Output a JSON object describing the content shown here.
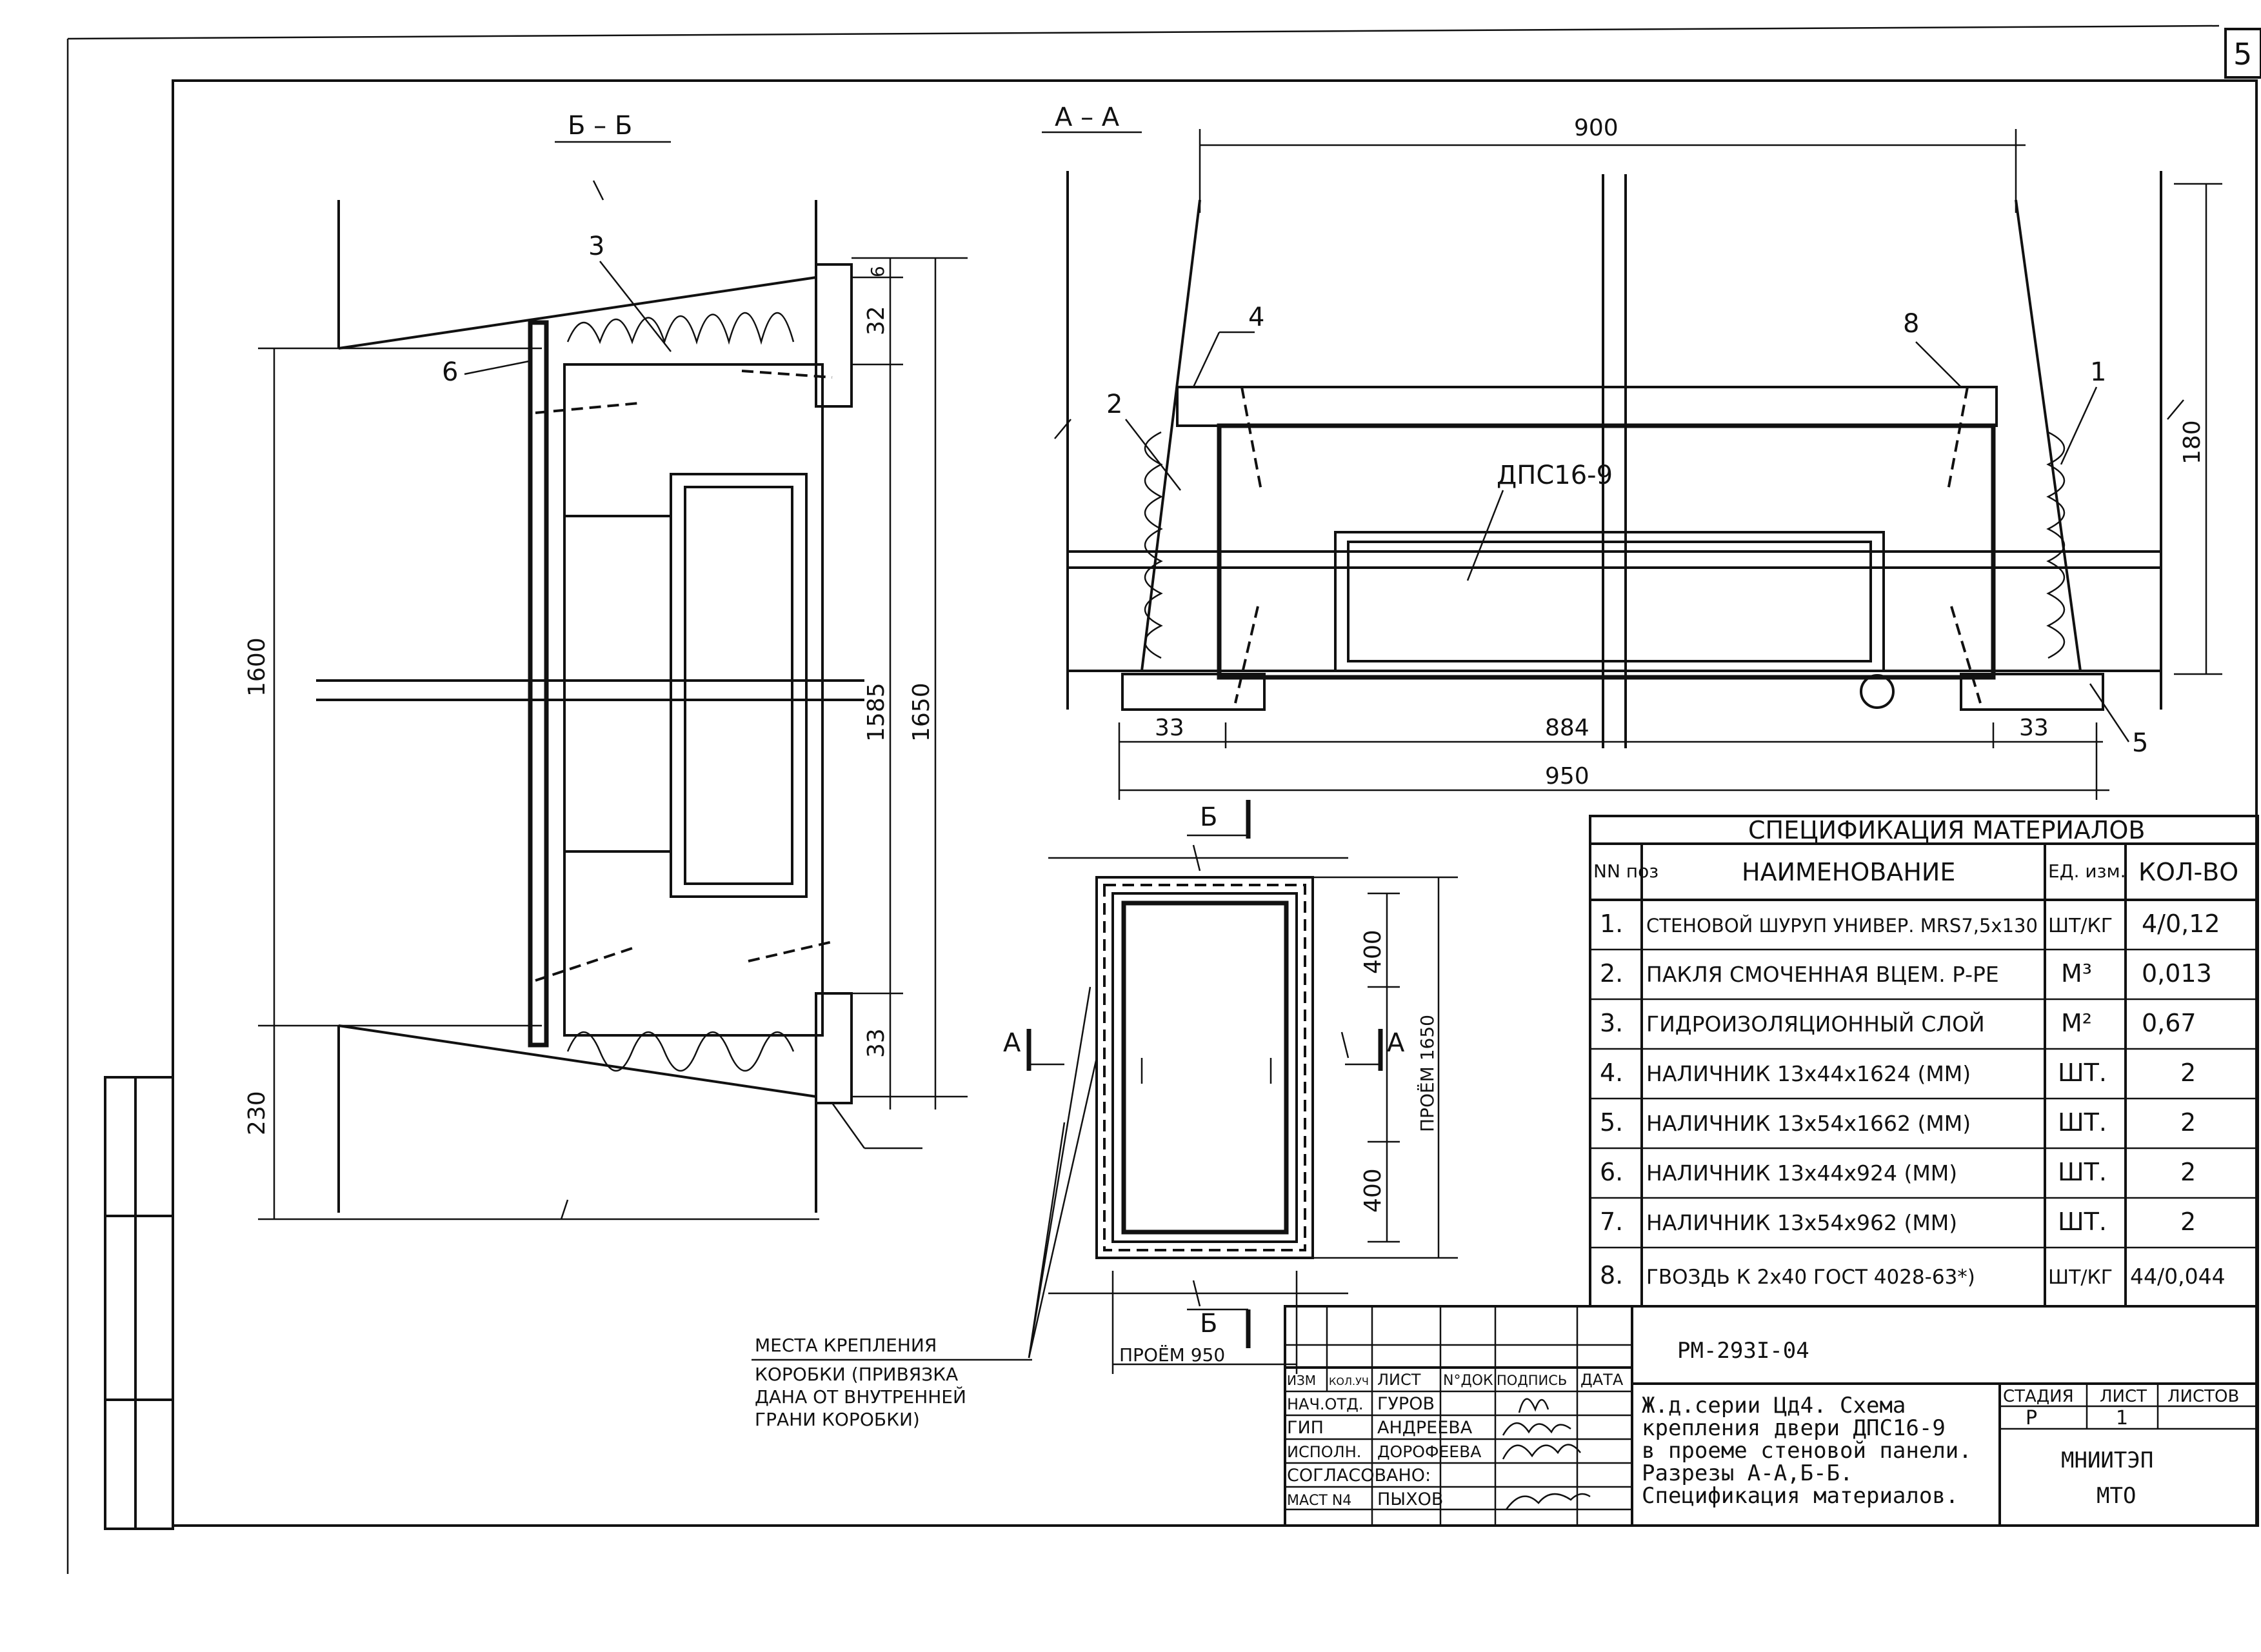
{
  "sheet_number": "5",
  "section_bb": {
    "title": "Б – Б",
    "dims": {
      "h1600": "1600",
      "h230": "230",
      "h1585": "1585",
      "h1650": "1650",
      "d6": "6",
      "d32": "32",
      "d33": "33"
    },
    "callouts": [
      "3",
      "6"
    ]
  },
  "section_aa": {
    "title": "А – А",
    "dims": {
      "w900": "900",
      "w884": "884",
      "w950": "950",
      "d33l": "33",
      "d33r": "33",
      "h180": "180"
    },
    "door_label": "ДПС16-9",
    "callouts": [
      "4",
      "2",
      "8",
      "1",
      "5"
    ]
  },
  "elevation": {
    "section_b": "Б",
    "section_a": "А",
    "dims": {
      "d400t": "400",
      "d400b": "400",
      "opening_h": "ПРОЁМ 1650",
      "opening_w": "ПРОЁМ 950"
    }
  },
  "note": {
    "lines": [
      "МЕСТА КРЕПЛЕНИЯ",
      "КОРОБКИ (ПРИВЯЗКА",
      "ДАНА ОТ ВНУТРЕННЕЙ",
      "ГРАНИ КОРОБКИ)"
    ]
  },
  "spec": {
    "title": "СПЕЦИФИКАЦИЯ МАТЕРИАЛОВ",
    "headers": {
      "num": "NN поз",
      "name": "НАИМЕНОВАНИЕ",
      "unit": "ЕД. изм.",
      "qty": "КОЛ-ВО"
    },
    "rows": [
      {
        "num": "1.",
        "name": "СТЕНОВОЙ ШУРУП УНИВЕР. MRS7,5x130",
        "unit": "ШТ/КГ",
        "qty": "4/0,12"
      },
      {
        "num": "2.",
        "name": "ПАКЛЯ СМОЧЕННАЯ ВЦЕМ. Р-РЕ",
        "unit": "М³",
        "qty": "0,013"
      },
      {
        "num": "3.",
        "name": "ГИДРОИЗОЛЯЦИОННЫЙ СЛОЙ",
        "unit": "М²",
        "qty": "0,67"
      },
      {
        "num": "4.",
        "name": "НАЛИЧНИК 13x44x1624 (ММ)",
        "unit": "ШТ.",
        "qty": "2"
      },
      {
        "num": "5.",
        "name": "НАЛИЧНИК 13x54x1662 (ММ)",
        "unit": "ШТ.",
        "qty": "2"
      },
      {
        "num": "6.",
        "name": "НАЛИЧНИК 13x44x924 (ММ)",
        "unit": "ШТ.",
        "qty": "2"
      },
      {
        "num": "7.",
        "name": "НАЛИЧНИК 13x54x962 (ММ)",
        "unit": "ШТ.",
        "qty": "2"
      },
      {
        "num": "8.",
        "name": "ГВОЗДЬ К 2x40 ГОСТ 4028-63*)",
        "unit": "ШТ/КГ",
        "qty": "44/0,044"
      }
    ]
  },
  "title_block": {
    "code": "РМ-293I-04",
    "header": [
      "ИЗМ",
      "КОЛ.УЧ",
      "ЛИСТ",
      "N°ДОК",
      "ПОДПИСЬ",
      "ДАТА"
    ],
    "people": [
      {
        "role": "НАЧ.ОТД.",
        "name": "ГУРОВ"
      },
      {
        "role": "ГИП",
        "name": "АНДРЕЕВА"
      },
      {
        "role": "ИСПОЛН.",
        "name": "ДОРОФЕЕВА"
      },
      {
        "role": "СОГЛАСОВАНО:",
        "name": ""
      },
      {
        "role": "МАСТ N4",
        "name": "ПЫХОВ"
      }
    ],
    "description": [
      "Ж.д.серии Цд4.  Схема",
      "крепления двери ДПС16-9",
      "в проеме стеновой панели.",
      "Разрезы  А-А,Б-Б.",
      "Спецификация  материалов."
    ],
    "stage_label": "СТАДИЯ",
    "sheet_label": "ЛИСТ",
    "sheets_label": "ЛИСТОВ",
    "stage": "Р",
    "sheet": "1",
    "org1": "МНИИТЭП",
    "org2": "МТО"
  }
}
